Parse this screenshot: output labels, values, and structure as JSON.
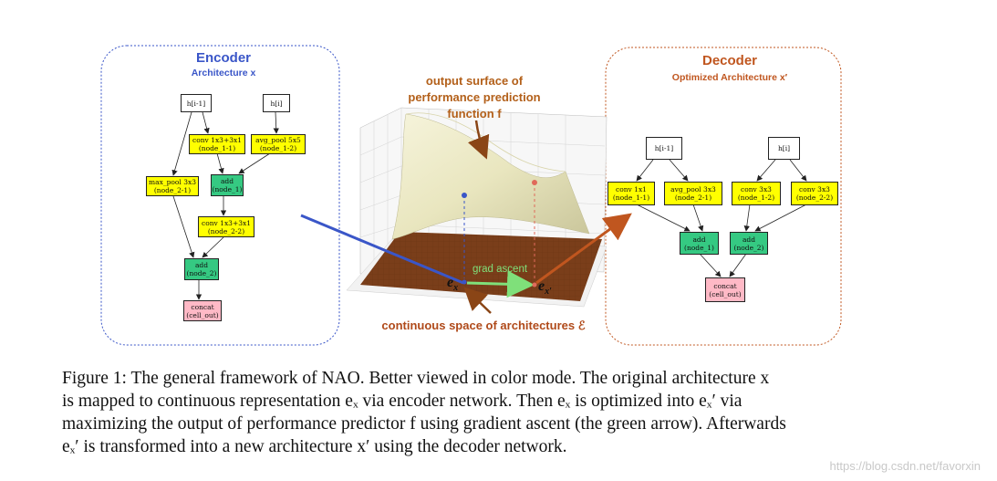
{
  "encoder": {
    "title": "Encoder",
    "subtitle": "Architecture x",
    "nodes": {
      "hi1": "h[i-1]",
      "hi": "h[i]",
      "n11": "conv 1x3+3x1\n(node_1-1)",
      "n12": "avg_pool 5x5\n(node_1-2)",
      "n21": "max_pool 3x3\n(node_2-1)",
      "add1": "add\n(node_1)",
      "n22": "conv 1x3+3x1\n(node_2-2)",
      "add2": "add\n(node_2)",
      "concat": "concat\n(cell_out)"
    }
  },
  "decoder": {
    "title": "Decoder",
    "subtitle": "Optimized Architecture x′",
    "nodes": {
      "hi1": "h[i-1]",
      "hi": "h[i]",
      "n11": "conv 1x1\n(node_1-1)",
      "n21": "avg_pool 3x3\n(node_2-1)",
      "n12": "conv 3x3\n(node_1-2)",
      "n22": "conv 3x3\n(node_2-2)",
      "add1": "add\n(node_1)",
      "add2": "add\n(node_2)",
      "concat": "concat\n(cell_out)"
    }
  },
  "surface": {
    "output_label": "output surface of\nperformance prediction\nfunction f",
    "space_label": "continuous space of architectures ℰ",
    "grad_label": "grad ascent",
    "ex_label": "e",
    "ex_sub": "x",
    "exp_sub": "x′"
  },
  "caption": {
    "line1": "Figure 1: The general framework of NAO. Better viewed in color mode. The original architecture x",
    "line2": "is mapped to continuous representation eₓ via encoder network. Then eₓ is optimized into eₓ′ via",
    "line3": "maximizing the output of performance predictor f using gradient ascent (the green arrow). Afterwards",
    "line4": "eₓ′ is transformed into a new architecture x′ using the decoder network."
  },
  "watermark": "https://blog.csdn.net/favorxin",
  "colors": {
    "encoder_blue": "#3a56c8",
    "decoder_orange": "#c0561f",
    "grad_green": "#7fe07a",
    "surface_brown": "#7a3e1a"
  }
}
